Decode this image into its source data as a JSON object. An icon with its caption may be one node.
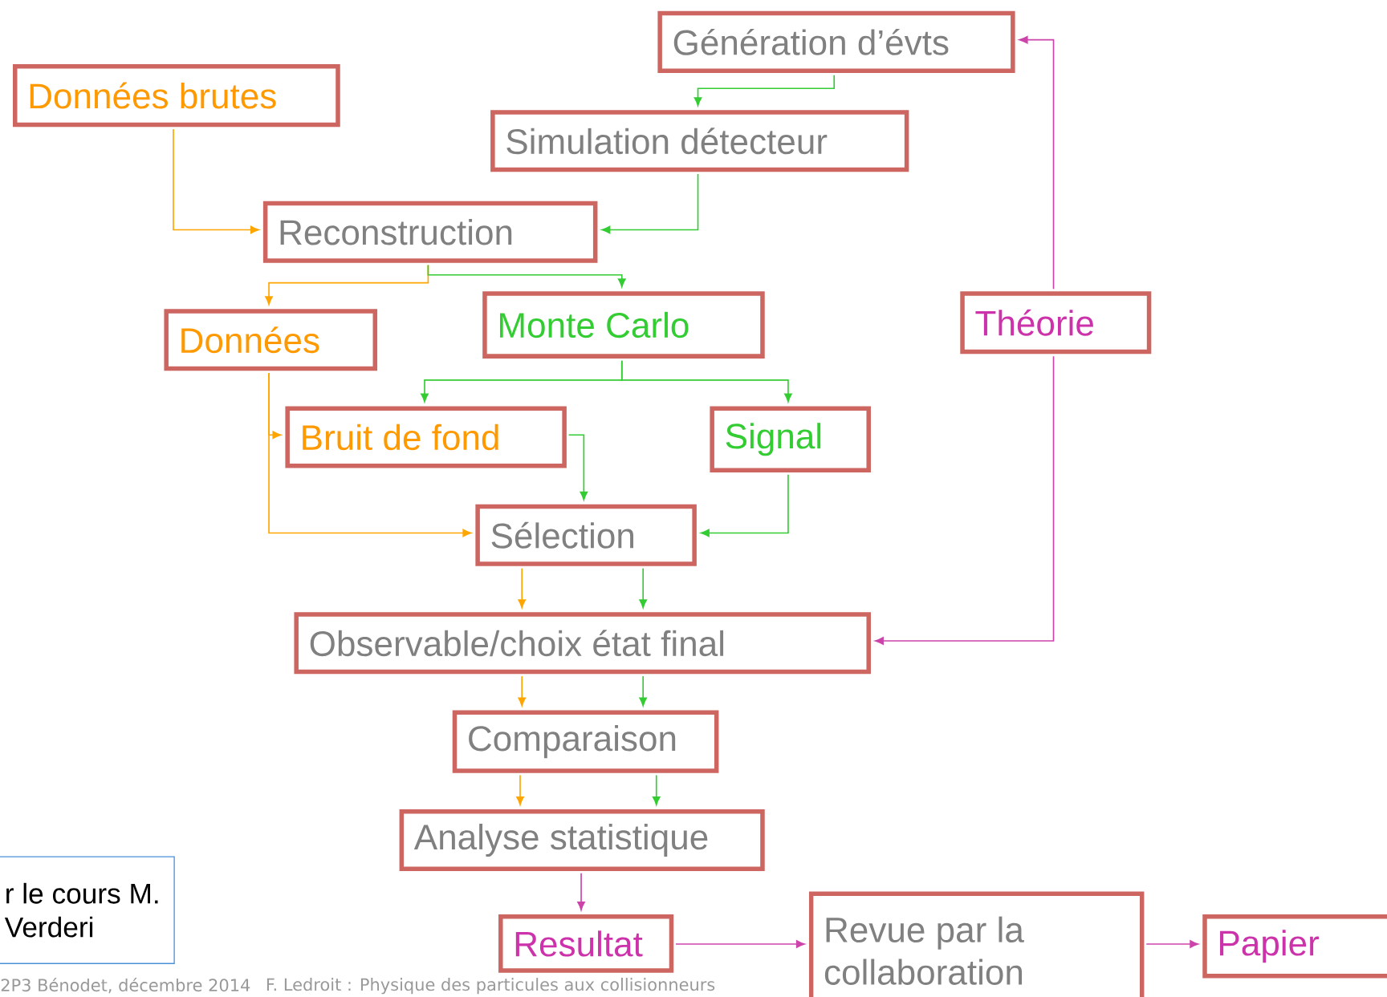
{
  "diagram": {
    "nodes": [
      {
        "text": [
          "Génération d’évts"
        ]
      },
      {
        "text": [
          "Données brutes"
        ]
      },
      {
        "text": [
          "Simulation détecteur"
        ]
      },
      {
        "text": [
          "Reconstruction"
        ]
      },
      {
        "text": [
          "Données"
        ]
      },
      {
        "text": [
          "Monte Carlo"
        ]
      },
      {
        "text": [
          "Théorie"
        ]
      },
      {
        "text": [
          "Bruit de fond"
        ]
      },
      {
        "text": [
          "Signal"
        ]
      },
      {
        "text": [
          "Sélection"
        ]
      },
      {
        "text": [
          "Observable/choix état final"
        ]
      },
      {
        "text": [
          "Comparaison"
        ]
      },
      {
        "text": [
          "Analyse statistique"
        ]
      },
      {
        "text": [
          "Resultat"
        ]
      },
      {
        "text": [
          "Revue par la collaboration"
        ]
      },
      {
        "text": [
          "Papier"
        ]
      },
      {
        "text": [
          "r le cours M. Verderi"
        ]
      }
    ],
    "edges": [
      {
        "from": 0,
        "to": 2,
        "arrow": "to",
        "color": "#33cc33"
      },
      {
        "from": 1,
        "to": 3,
        "arrow": "to",
        "color": "#ffa500"
      },
      {
        "from": 2,
        "to": 3,
        "arrow": "to",
        "color": "#33cc33"
      },
      {
        "from": 3,
        "to": 4,
        "arrow": "to",
        "color": "#ffa500"
      },
      {
        "from": 3,
        "to": 5,
        "arrow": "to",
        "color": "#33cc33"
      },
      {
        "from": 5,
        "to": 7,
        "arrow": "to",
        "color": "#33cc33"
      },
      {
        "from": 5,
        "to": 8,
        "arrow": "to",
        "color": "#33cc33"
      },
      {
        "from": 4,
        "to": 7,
        "arrow": "to",
        "color": "#ffa500"
      },
      {
        "from": 4,
        "to": 9,
        "arrow": "to",
        "color": "#ffa500"
      },
      {
        "from": 7,
        "to": 9,
        "arrow": "to",
        "color": "#33cc33"
      },
      {
        "from": 8,
        "to": 9,
        "arrow": "to",
        "color": "#33cc33"
      },
      {
        "from": 9,
        "to": 10,
        "arrow": "to",
        "color": "#ffa500"
      },
      {
        "from": 9,
        "to": 10,
        "arrow": "to",
        "color": "#33cc33"
      },
      {
        "from": 6,
        "to": 10,
        "arrow": "to",
        "color": "#cc44aa"
      },
      {
        "from": 6,
        "to": 0,
        "arrow": "to",
        "color": "#cc44aa"
      },
      {
        "from": 10,
        "to": 11,
        "arrow": "to",
        "color": "#ffa500"
      },
      {
        "from": 10,
        "to": 11,
        "arrow": "to",
        "color": "#33cc33"
      },
      {
        "from": 11,
        "to": 12,
        "arrow": "to",
        "color": "#ffa500"
      },
      {
        "from": 11,
        "to": 12,
        "arrow": "to",
        "color": "#33cc33"
      },
      {
        "from": 12,
        "to": 13,
        "arrow": "to",
        "color": "#cc44aa"
      },
      {
        "from": 13,
        "to": 14,
        "arrow": "to",
        "color": "#cc44aa"
      },
      {
        "from": 14,
        "to": 15,
        "arrow": "to",
        "color": "#cc44aa"
      }
    ],
    "labels": [
      "2P3 Bénodet, décembre 2014",
      "F. Ledroit : Physique des particules aux collisionneurs"
    ]
  }
}
